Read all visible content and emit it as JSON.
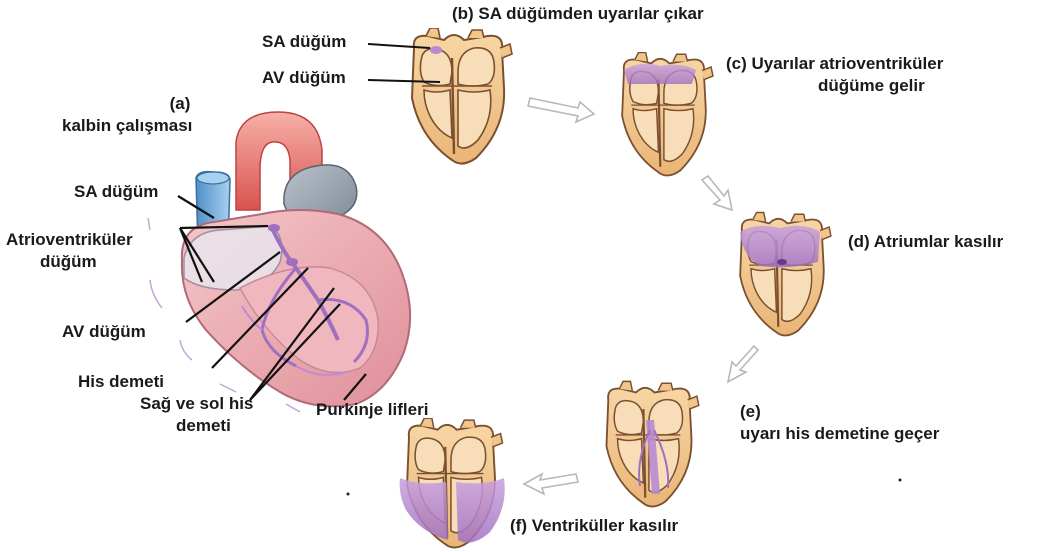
{
  "main_heart": {
    "title_letter": "(a)",
    "title": "kalbin çalışması",
    "labels": {
      "sa_node": "SA düğüm",
      "av_node_1": "Atrioventriküler",
      "av_node_2": "düğüm",
      "av_node_short": "AV düğüm",
      "his_bundle": "His demeti",
      "bundle_branches_1": "Sağ ve sol his",
      "bundle_branches_2": "demeti",
      "purkinje": "Purkinje lifleri"
    }
  },
  "steps": {
    "b": {
      "label": "(b) SA düğümden uyarılar çıkar",
      "sa": "SA düğüm",
      "av": "AV düğüm"
    },
    "c": {
      "line1": "(c) Uyarılar atrioventriküler",
      "line2": "düğüme gelir"
    },
    "d": {
      "label": "(d) Atriumlar kasılır"
    },
    "e": {
      "letter": "(e)",
      "text": "uyarı his demetine geçer"
    },
    "f": {
      "label": "(f) Ventriküller kasılır"
    }
  },
  "colors": {
    "heart_pink": "#e8a0a8",
    "heart_light": "#f4c7c9",
    "aorta": "#e46c6c",
    "vein_blue": "#6ea8d8",
    "vein_grey": "#9aa6b4",
    "tissue_tan": "#f2c58a",
    "tissue_outline": "#7a5030",
    "activation_purple": "#b98ad2",
    "arrow_grey": "#c8c8c8"
  }
}
